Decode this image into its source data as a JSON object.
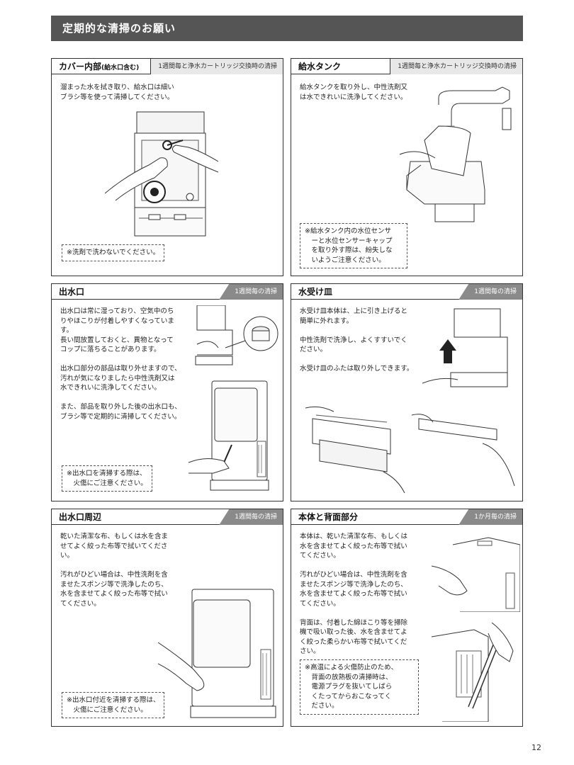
{
  "page_title": "定期的な清掃のお願い",
  "page_number": "12",
  "panels": {
    "cover": {
      "title_main": "カバー内部",
      "title_sub": "(給水口含む)",
      "tag": "1週間毎と浄水カートリッジ交換時の清掃",
      "text": "溜まった水を拭き取り、給水口は細い\nブラシ等を使って清掃してください。",
      "note": "※洗剤で洗わないでください。"
    },
    "tank": {
      "title": "給水タンク",
      "tag": "1週間毎と浄水カートリッジ交換時の清掃",
      "text": "給水タンクを取り外し、中性洗剤又\nは水できれいに洗浄してください。",
      "note": "※給水タンク内の水位センサ\n　ーと水位センサーキャップ\n　を取り外す際は、紛失しな\n　いようご注意ください。"
    },
    "outlet": {
      "title": "出水口",
      "tag": "1週間毎の清掃",
      "text": "出水口は常に湿っており、空気中のち\nりやほこりが付着しやすくなっていま\nす。\n長い間放置しておくと、異物となって\nコップに落ちることがあります。\n\n出水口部分の部品は取り外せますので、\n汚れが気になりましたら中性洗剤又は\n水できれいに洗浄してください。\n\nまた、部品を取り外した後の出水口も、\nブラシ等で定期的に清掃してください。",
      "note": "※出水口を清掃する際は、\n　火傷にご注意ください。"
    },
    "tray": {
      "title": "水受け皿",
      "tag": "1週間毎の清掃",
      "text": "水受け皿本体は、上に引き上げると\n簡単に外れます。\n\n中性洗剤で洗浄し、よくすすいでく\nださい。\n\n水受け皿のふたは取り外しできます。"
    },
    "around": {
      "title": "出水口周辺",
      "tag": "1週間毎の清掃",
      "text": "乾いた清潔な布、もしくは水を含ま\nせてよく絞った布等で拭いてくださ\nい。\n\n汚れがひどい場合は、中性洗剤を含\nませたスポンジ等で洗浄したのち、\n水を含ませてよく絞った布等で拭い\nてください。",
      "note": "※出水口付近を清掃する際は、\n　火傷にご注意ください。"
    },
    "body": {
      "title": "本体と背面部分",
      "tag": "1か月毎の清掃",
      "text": "本体は、乾いた清潔な布、もしくは\n水を含ませてよく絞った布等で拭い\nてください。\n\n汚れがひどい場合は、中性洗剤を含\nませたスポンジ等で洗浄したのち、\n水を含ませてよく絞った布等で拭い\nてください。\n\n背面は、付着した綿ほこり等を掃除\n機で吸い取った後、水を含ませてよ\nく絞った柔らかい布等で拭いてくだ\nさい。",
      "note": "※高温による火傷防止のため、\n　背面の放熱板の清掃時は、\n　電源プラグを抜いてしばら\n　くたってからおこなってく\n　ださい。"
    }
  }
}
